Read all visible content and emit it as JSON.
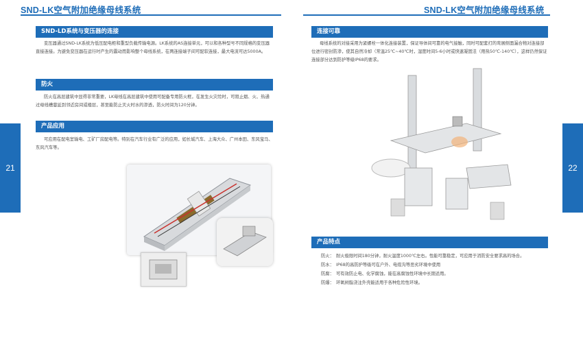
{
  "header": {
    "left_title": "SND-LK空气附加绝缘母线系统",
    "right_title": "SND-LK空气附加绝缘母线系统"
  },
  "page_numbers": {
    "left": "21",
    "right": "22"
  },
  "left": {
    "sec1_title": "SND-LD系统与变压器的连接",
    "sec1_text": "变压器通过SND-LK系统为低压配电柜和重型负载传输电源。LK系统的AS连接单元，可以和各种型号不同规格的变压器直接连接。为避免变压器在运行时产生的震动而影响整个母线系统，在两连接端子间可配软连接，最大电流可达5000A。",
    "sec2_title": "防火",
    "sec2_text": "防火在高层建筑中显得非常重要，LK母线在高层建筑中使用可配备专用防火框，在发生火灾险时，可阻止烟、火、热通过母线槽蔓延到邻近房间或楼层，甚至能防止灭火时水的渗透，防火时间为120分钟。",
    "sec3_title": "产品应用",
    "sec3_text": "可应用在配电室输电、工矿厂房配电等。特别在汽车行业有广泛的应用，如长城汽车、上海大众、广州本田、东风宝马、东风汽车等。"
  },
  "right": {
    "sec1_title": "连接可靠",
    "sec1_text": "母线系统的对接采用为紧螺栓一体化连接装置，保证导体间可靠的电气接触，同时可配套打的弯展侧面漏合物对连接部位进行密封防渗，使其自然冷却（常温25℃~40℃时，湿度时间5-6小时或快速凝固法（用热50℃-140℃），这样仍然保证连接部分达到防护等级IP68的要求。",
    "sec2_title": "产品特点",
    "features": [
      {
        "label": "防火：",
        "text": "耐火极限时间180分钟，耐火温度1000℃左右。性能可靠稳定，可应用于消防安全要求高的场合。"
      },
      {
        "label": "防水：",
        "text": "IP68的高防护等级可在户外、电缆沟等恶劣环境中使用"
      },
      {
        "label": "防腐：",
        "text": "可有效防止电、化学腐蚀，能在高腐蚀性环境中长期适用。"
      },
      {
        "label": "防爆：",
        "text": "环氧树脂浇注外壳能适用于各种危险性环境。"
      }
    ]
  },
  "colors": {
    "accent": "#1e6db8"
  }
}
